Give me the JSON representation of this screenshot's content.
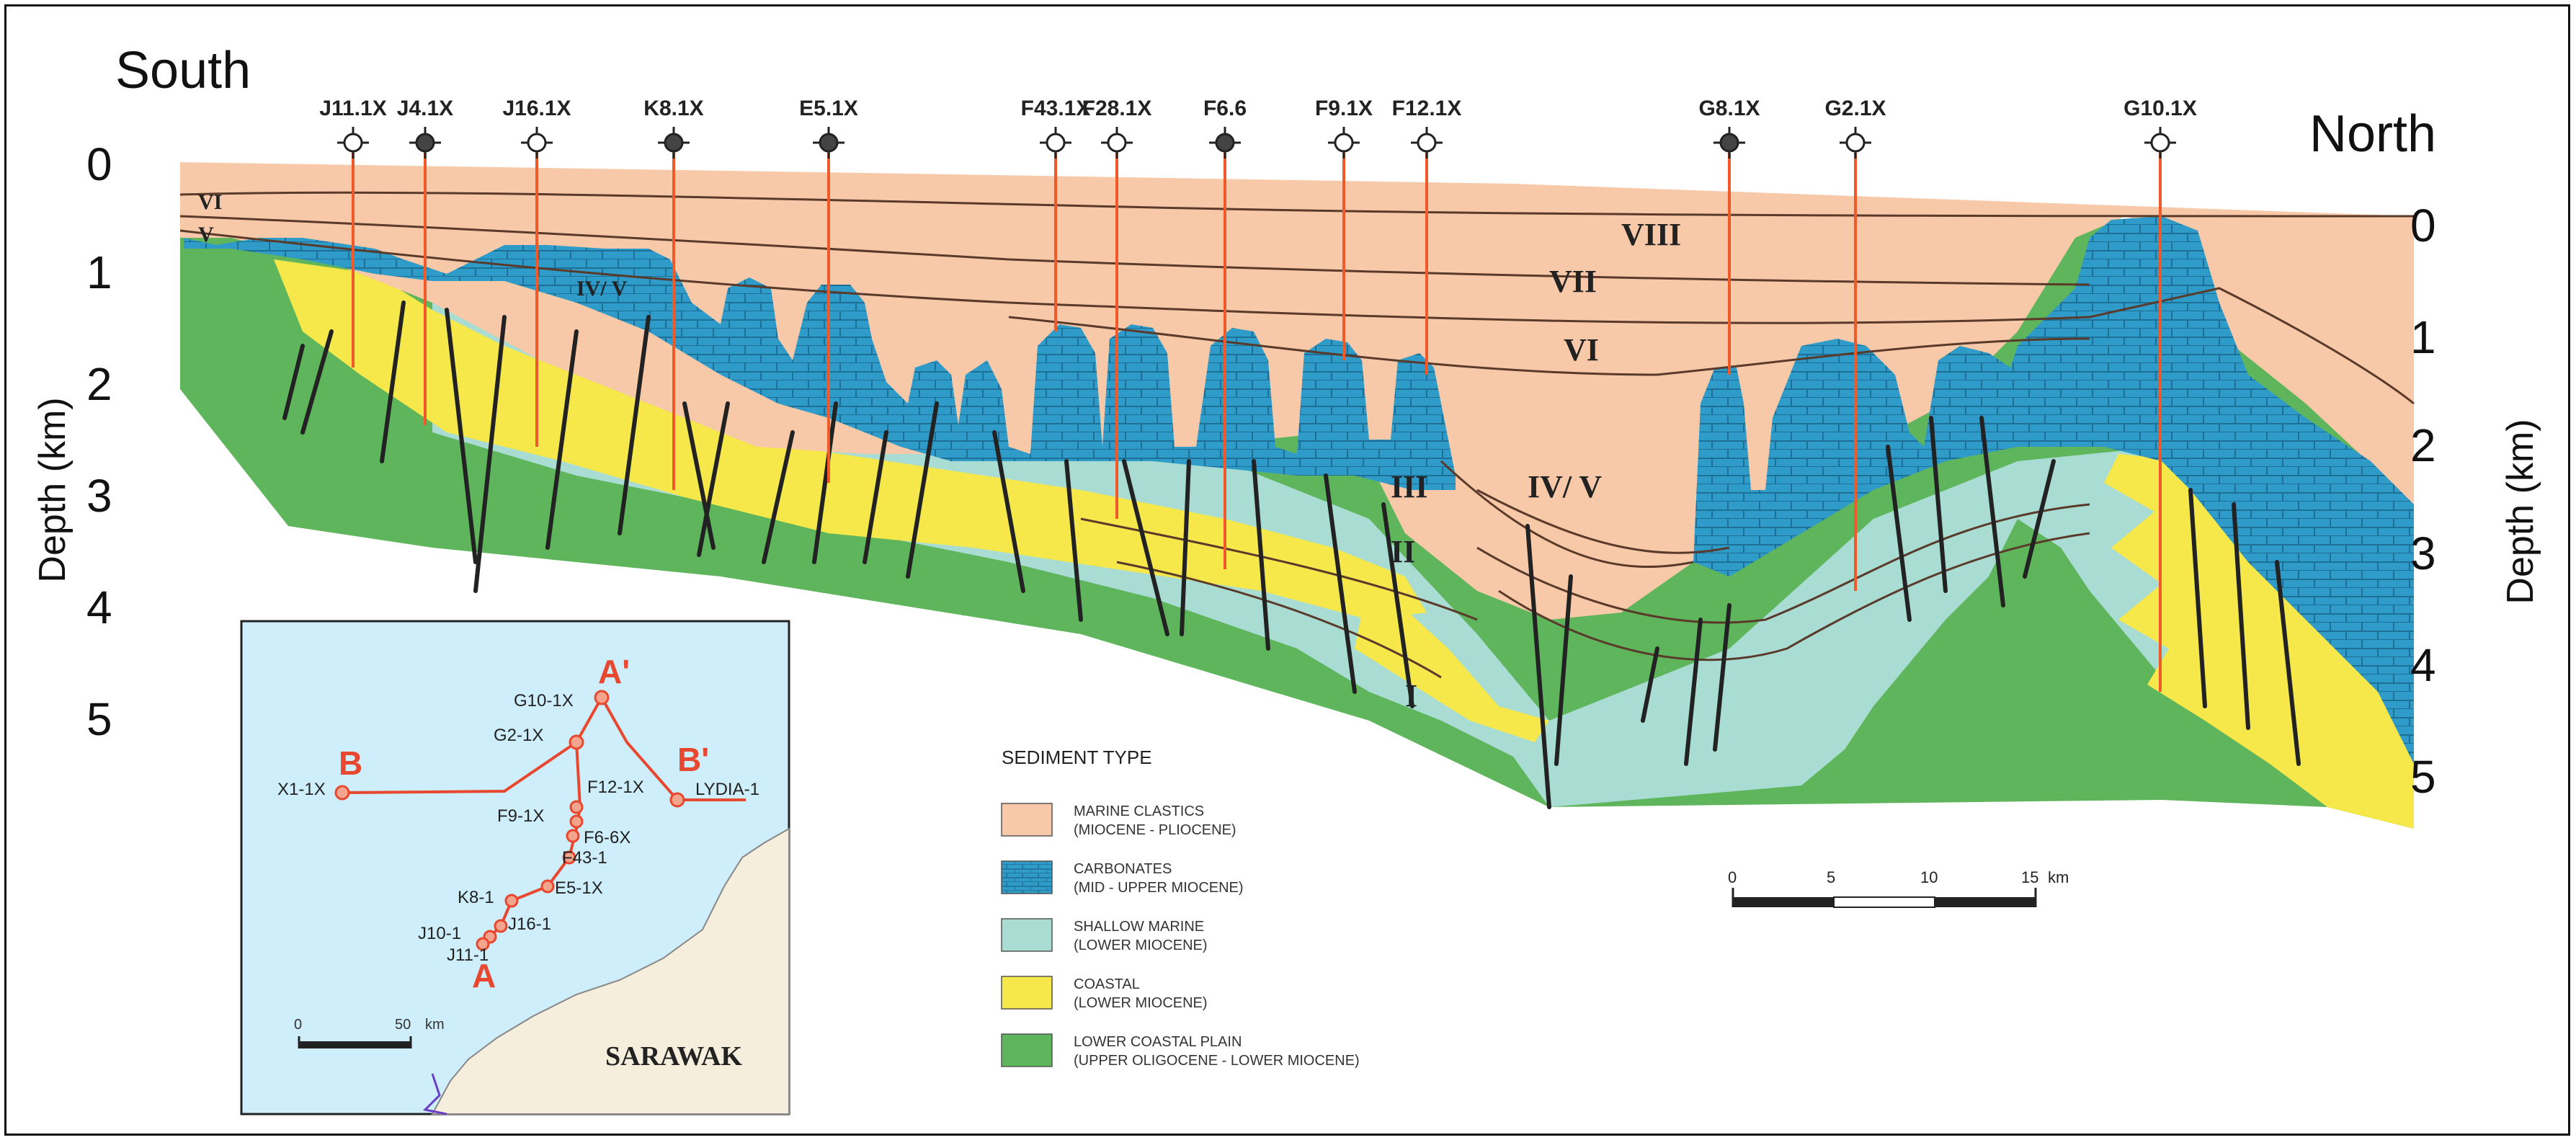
{
  "directions": {
    "left": "South",
    "right": "North"
  },
  "depth_axis": {
    "title": "Depth (km)",
    "left_ticks": [
      "0",
      "1",
      "2",
      "3",
      "4",
      "5"
    ],
    "right_ticks": [
      "0",
      "1",
      "2",
      "3",
      "4",
      "5"
    ]
  },
  "wells": [
    "J11.1X",
    "J4.1X",
    "J16.1X",
    "K8.1X",
    "E5.1X",
    "F43.1X",
    "F28.1X",
    "F6.6",
    "F9.1X",
    "F12.1X",
    "G8.1X",
    "G2.1X",
    "G10.1X"
  ],
  "units": {
    "viii": "VIII",
    "vii": "VII",
    "vi": "VI",
    "iv_v": "IV/ V",
    "iii": "III",
    "ii": "II",
    "i": "I",
    "vi_small": "VI",
    "v_small": "V",
    "iv_v_small": "IV/ V"
  },
  "legend": {
    "title": "SEDIMENT TYPE",
    "items": [
      {
        "line1": "MARINE CLASTICS",
        "line2": "(MIOCENE - PLIOCENE)",
        "color": "#f8c9a8"
      },
      {
        "line1": "CARBONATES",
        "line2": "(MID - UPPER MIOCENE)",
        "color": "#2e9bc9"
      },
      {
        "line1": "SHALLOW MARINE",
        "line2": "(LOWER MIOCENE)",
        "color": "#a9dcd2"
      },
      {
        "line1": "COASTAL",
        "line2": "(LOWER MIOCENE)",
        "color": "#f6e84a"
      },
      {
        "line1": "LOWER COASTAL PLAIN",
        "line2": "(UPPER OLIGOCENE - LOWER MIOCENE)",
        "color": "#5fb55c"
      }
    ]
  },
  "scale_bar": {
    "ticks": [
      "0",
      "5",
      "10",
      "15"
    ],
    "unit": "km"
  },
  "inset_map": {
    "labels": {
      "a": "A",
      "a_prime": "A'",
      "b": "B",
      "b_prime": "B'",
      "g10": "G10-1X",
      "g2": "G2-1X",
      "x1": "X1-1X",
      "lydia": "LYDIA-1",
      "f12": "F12-1X",
      "f9": "F9-1X",
      "f6": "F6-6X",
      "f43": "F43-1",
      "e5": "E5-1X",
      "k8": "K8-1",
      "j16": "J16-1",
      "j10": "J10-1",
      "j11": "J11-1",
      "region": "SARAWAK"
    },
    "scale": {
      "start": "0",
      "end": "50",
      "unit": "km"
    }
  },
  "colors": {
    "marine_clastics": "#f8c9a8",
    "carbonates": "#2e9bc9",
    "shallow_marine": "#a9dcd2",
    "coastal": "#f6e84a",
    "coastal_plain": "#5fb55c",
    "well_line": "#f05a2a",
    "map_sea": "#cdeefa",
    "map_land": "#f6eedc",
    "map_route": "#e8482f"
  }
}
